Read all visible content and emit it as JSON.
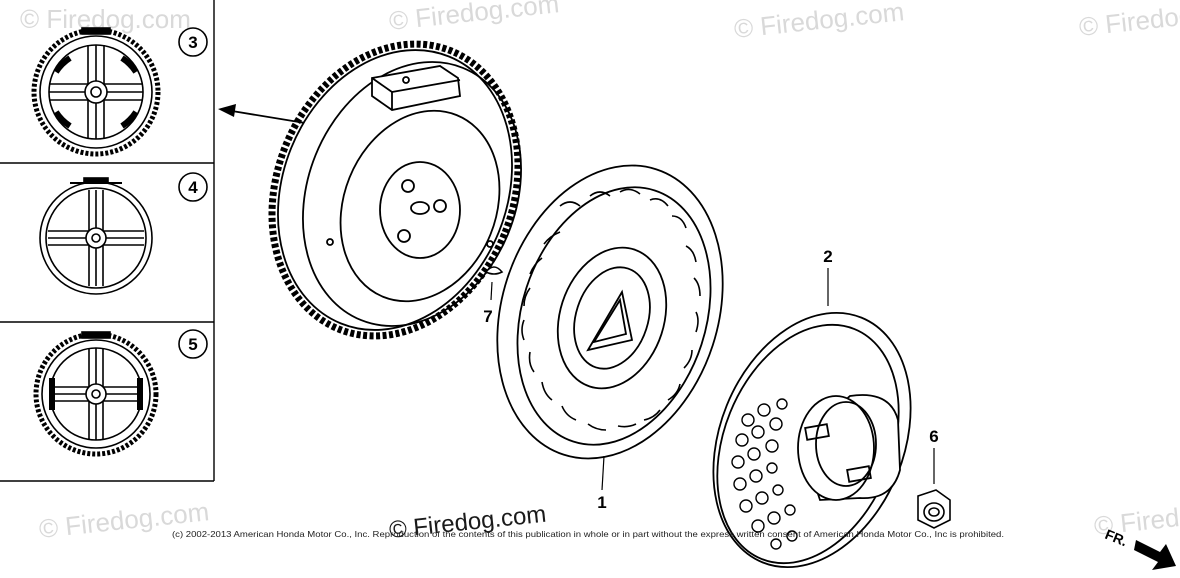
{
  "callouts": {
    "p1": "1",
    "p2": "2",
    "p3": "3",
    "p4": "4",
    "p5": "5",
    "p6": "6",
    "p7": "7"
  },
  "watermark": {
    "faint": "© Firedog.com",
    "main": "© Firedog.com"
  },
  "copyright": "(c) 2002-2013 American Honda Motor Co., Inc. Reproduction of the contents of this publication in whole or in part without the express written consent of American Honda Motor Co., Inc is prohibited.",
  "direction_label": "FR."
}
